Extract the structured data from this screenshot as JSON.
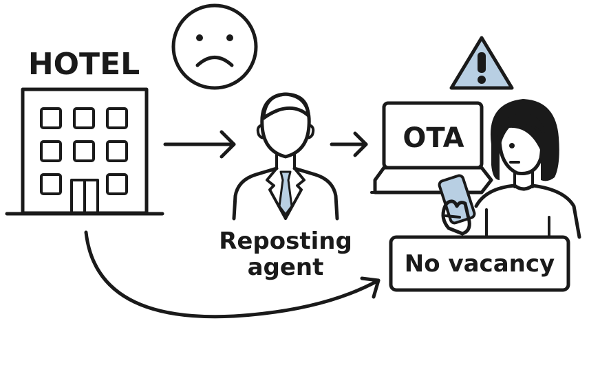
{
  "hotel": {
    "label": "HOTEL"
  },
  "agent": {
    "label_line1": "Reposting",
    "label_line2": "agent"
  },
  "ota": {
    "label": "OTA"
  },
  "status": {
    "label": "No vacancy"
  },
  "icons": {
    "sad_face": "sad-face-icon",
    "warning": "warning-icon",
    "hotel": "hotel-building-icon",
    "agent": "businessman-icon",
    "laptop": "laptop-icon",
    "woman": "woman-with-phone-icon"
  },
  "colors": {
    "ink": "#1a1a1a",
    "accent_blue": "#b8cfe3",
    "background": "#ffffff"
  }
}
